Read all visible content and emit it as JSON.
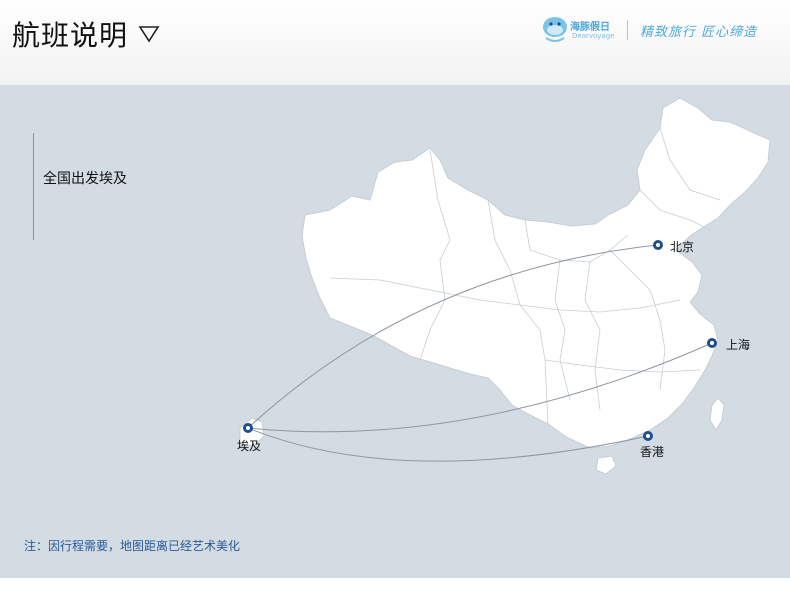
{
  "header": {
    "title": "航班说明",
    "dropdown_icon": "triangle-down-icon",
    "brand": {
      "logo_icon": "dolphin-logo-icon",
      "name": "海豚假日",
      "name_en": "Dearvoyage",
      "slogan": "精致旅行 匠心缔造",
      "color": "#4fa8d8"
    }
  },
  "map": {
    "background_color": "#d3dbe3",
    "land_color": "#ffffff",
    "border_color": "#c8ced4",
    "route_color": "#8f979d",
    "marker_color": "#1f4e8c",
    "departure_label": "全国出发埃及",
    "origin": {
      "name": "埃及"
    },
    "cities": [
      {
        "name": "北京"
      },
      {
        "name": "上海"
      },
      {
        "name": "香港"
      }
    ]
  },
  "footnote": "注：因行程需要，地图距离已经艺术美化"
}
